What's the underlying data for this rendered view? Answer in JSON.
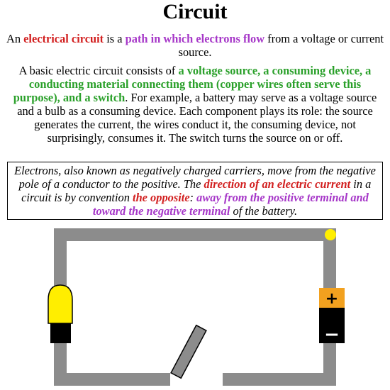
{
  "title": "Circuit",
  "p1": {
    "t1": "An ",
    "t2": "electrical circuit",
    "t3": " is a ",
    "t4": "path in which electrons flow",
    "t5": " from a voltage or current source."
  },
  "p2": {
    "t1": "A basic electric circuit consists of ",
    "t2": "a voltage source, a consuming device, a conducting material connecting them (copper wires often serve this purpose), and a switch",
    "t3": ". For example, a battery may serve as a voltage source and a bulb as a consuming device. Each component plays its role: the source generates the current, the wires conduct it, the consuming device, not surprisingly, consumes it. The switch turns the source on or off."
  },
  "note": {
    "t1": "Electrons, also known as negatively charged carriers, move from the negative pole of a conductor to the positive. The ",
    "t2": "direction of an electric current",
    "t3": " in a circuit is by convention ",
    "t4": "the opposite",
    "t5": ": ",
    "t6": "away from the positive terminal and toward the negative terminal",
    "t7": " of the battery."
  },
  "battery": {
    "plus": "+",
    "minus": "−"
  },
  "colors": {
    "wire": "#8c8c8c",
    "bulb": "#ffee00",
    "battery_top": "#f2a11f",
    "battery_body": "#000000",
    "switch": "#8c8c8c",
    "electron": "#ffee00"
  }
}
